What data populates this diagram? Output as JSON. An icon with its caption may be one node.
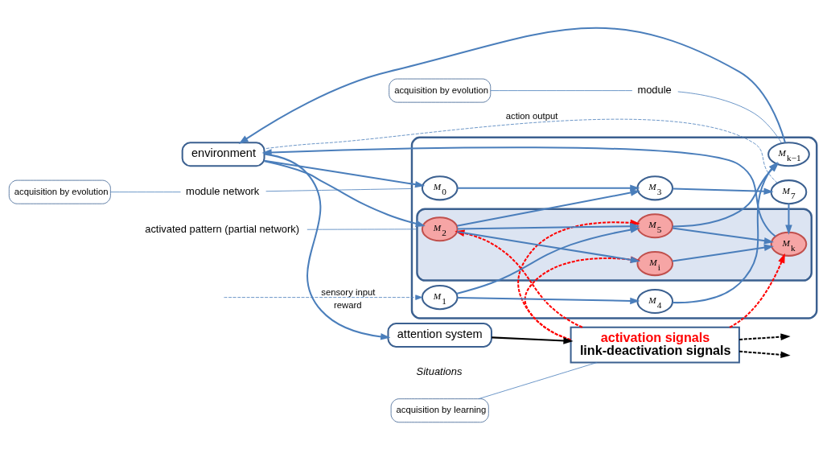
{
  "diagram": {
    "nodes": [
      {
        "text": [
          "activation signals",
          "link-deactivation signals"
        ]
      },
      {
        "text": [
          "attention system"
        ]
      },
      {
        "text": [
          "environment"
        ]
      },
      {
        "text": [
          "acquisition by learning"
        ]
      },
      {
        "text": [],
        "shape": "box"
      },
      {
        "text": [],
        "shape": "cloud",
        "in": 4
      },
      {
        "text": [
          "M$_{0}$"
        ],
        "in": 4
      },
      {
        "text": [
          "M$_{3}$"
        ],
        "in": 4
      },
      {
        "text": [
          "M$_{7}$"
        ],
        "in": 4
      },
      {
        "text": [
          "M$_{2}$"
        ],
        "in": 5
      },
      {
        "text": [
          "M$_{i}$"
        ],
        "in": 5
      },
      {
        "text": [
          "M$_{k}$"
        ],
        "in": 5
      },
      {
        "text": [
          "M$_{1}$"
        ],
        "in": 4
      },
      {
        "text": [
          "M$_{5}$"
        ],
        "in": 5
      },
      {
        "text": [
          "M$_{4}$"
        ],
        "in": 4
      },
      {
        "text": [
          "M$_{k−1}$"
        ],
        "in": 4
      },
      {
        "text": [
          "module network"
        ]
      },
      {
        "text": [
          "activated pattern (partial network)"
        ]
      },
      {
        "text": [
          "module"
        ]
      },
      {
        "text": [
          "acquisition by evolution"
        ]
      },
      {
        "text": [
          "acquisition by evolution"
        ]
      }
    ],
    "edges": [
      {
        "from": 1,
        "to": 0,
        "arrow": "to",
        "color": "#000000"
      },
      {
        "from": 2,
        "to": 1,
        "arrow": "to",
        "label": "reward"
      },
      {
        "from": 3,
        "to": 0,
        "arrow": "none"
      },
      {
        "from": 0,
        "to": 9,
        "arrow": "to",
        "style": "dashed",
        "color": "#ff0000"
      },
      {
        "from": 0,
        "to": 13,
        "arrow": "to",
        "style": "dashed",
        "color": "#ff0000"
      },
      {
        "from": 0,
        "to": 10,
        "arrow": "to",
        "style": "dashed",
        "color": "#ff0000"
      },
      {
        "from": 0,
        "to": 11,
        "arrow": "to",
        "style": "dashed",
        "color": "#ff0000"
      },
      {
        "from": 0,
        "to": null,
        "arrow": "to",
        "style": "dashed",
        "color": "#000000"
      },
      {
        "from": 0,
        "to": null,
        "arrow": "to",
        "style": "dashed",
        "color": "#000000"
      },
      {
        "from": 2,
        "to": 6,
        "arrow": "to"
      },
      {
        "from": 2,
        "to": 9,
        "arrow": "to"
      },
      {
        "from": null,
        "to": 12,
        "arrow": "to",
        "style": "dashed",
        "label": "sensory input"
      },
      {
        "from": 6,
        "to": 7,
        "arrow": "to"
      },
      {
        "from": 7,
        "to": 8,
        "arrow": "to"
      },
      {
        "from": 8,
        "to": 11,
        "arrow": "to"
      },
      {
        "from": 9,
        "to": 7,
        "arrow": "to"
      },
      {
        "from": 9,
        "to": 10,
        "arrow": "to"
      },
      {
        "from": 9,
        "to": 13,
        "arrow": "to"
      },
      {
        "from": 10,
        "to": 11,
        "arrow": "to"
      },
      {
        "from": 12,
        "to": 13,
        "arrow": "to"
      },
      {
        "from": 12,
        "to": 14,
        "arrow": "to"
      },
      {
        "from": 13,
        "to": 11,
        "arrow": "to"
      },
      {
        "from": 13,
        "to": 15,
        "arrow": "to"
      },
      {
        "from": 14,
        "to": 15,
        "arrow": "to"
      },
      {
        "from": 11,
        "to": 2,
        "arrow": "to"
      },
      {
        "from": 15,
        "to": 2,
        "arrow": "to"
      },
      {
        "from": 8,
        "to": 2,
        "arrow": "none",
        "style": "dashed",
        "label": "action output"
      },
      {
        "from": 16,
        "to": 4,
        "arrow": "none"
      },
      {
        "from": 17,
        "to": 5,
        "arrow": "none"
      },
      {
        "from": 18,
        "to": 15,
        "arrow": "none"
      },
      {
        "from": 19,
        "to": 16,
        "arrow": "none"
      },
      {
        "from": 20,
        "to": 18,
        "arrow": "none"
      }
    ],
    "labels": [
      "Situations"
    ]
  }
}
